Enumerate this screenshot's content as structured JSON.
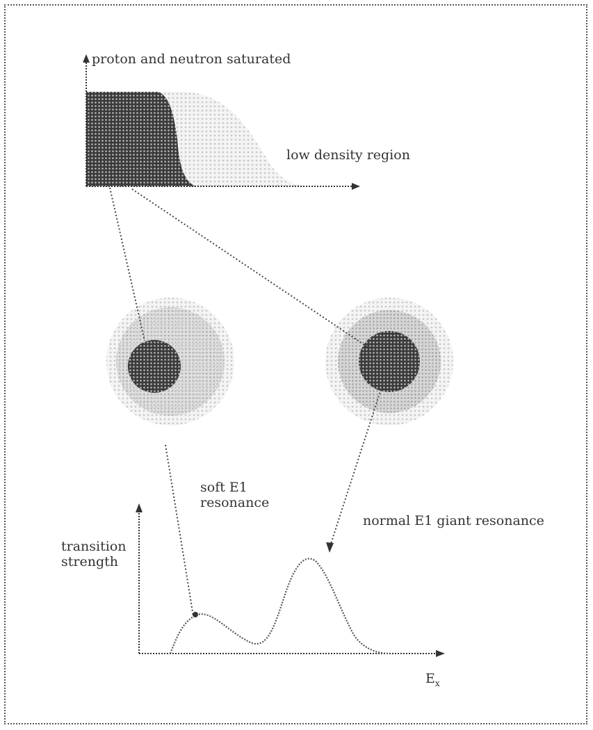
{
  "labels": {
    "y_top": "proton and neutron saturated",
    "low_density": "low density region",
    "soft_e1": "soft E1 resonance",
    "normal_e1": "normal E1 giant resonance",
    "transition_strength": "transition strength",
    "ex": "E"
  },
  "nodes": {
    "left_nucleus": "left-nucleus",
    "right_nucleus": "right-nucleus"
  }
}
